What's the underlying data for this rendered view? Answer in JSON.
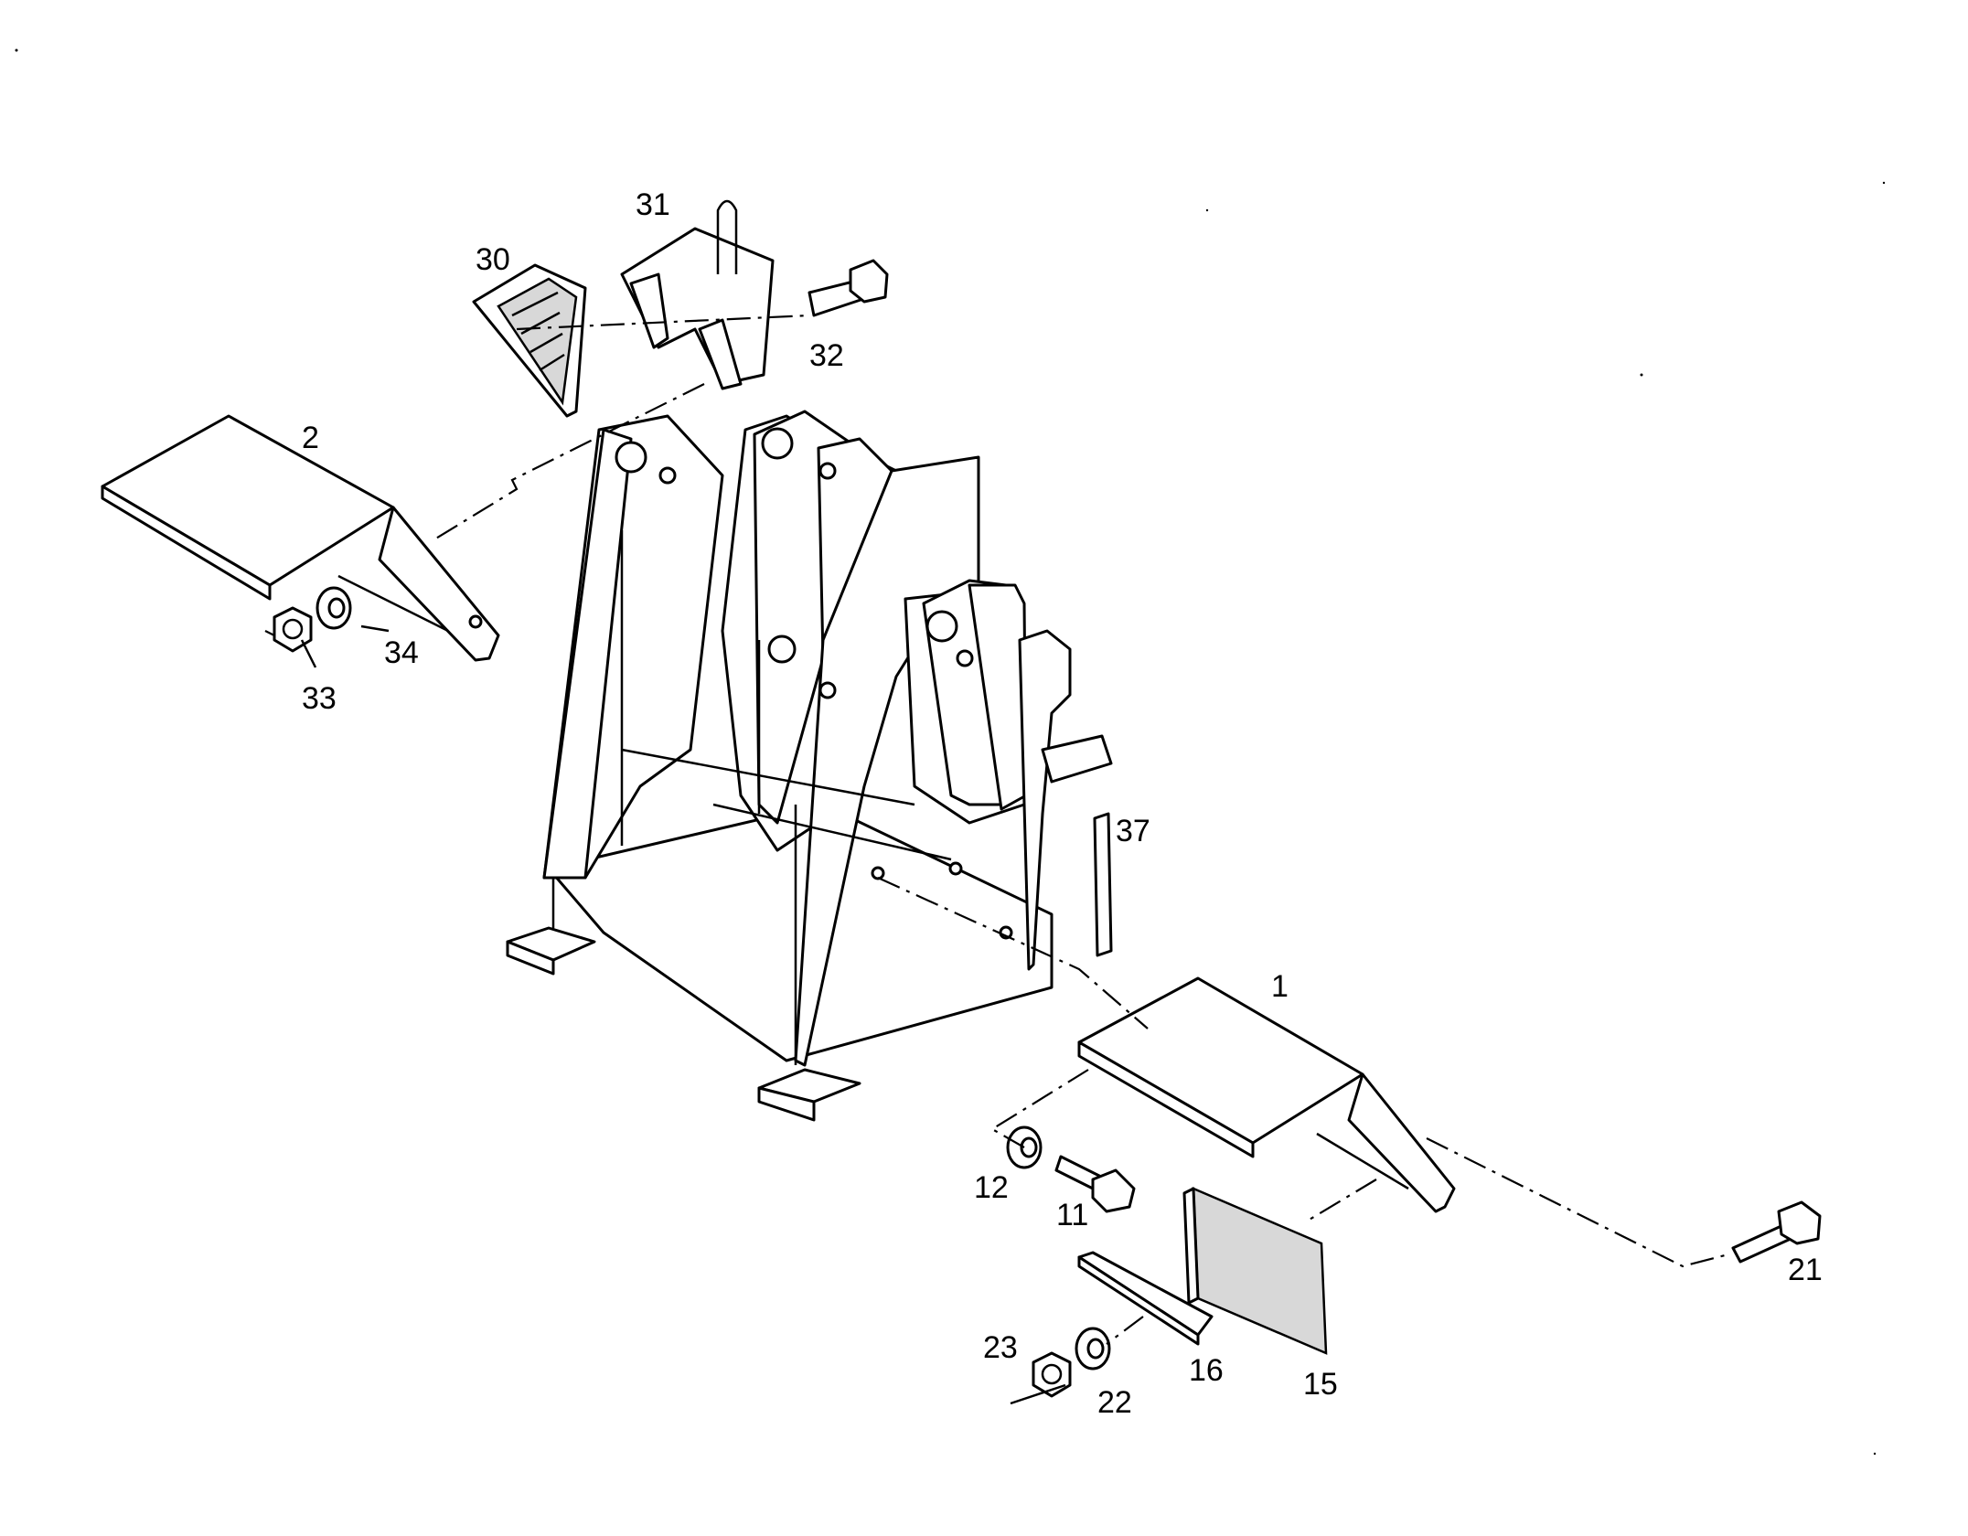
{
  "diagram": {
    "type": "exploded parts diagram",
    "callouts": {
      "c1": "1",
      "c2": "2",
      "c11": "11",
      "c12": "12",
      "c15": "15",
      "c16": "16",
      "c21": "21",
      "c22": "22",
      "c23": "23",
      "c30": "30",
      "c31": "31",
      "c32": "32",
      "c33": "33",
      "c34": "34",
      "c37": "37"
    }
  }
}
